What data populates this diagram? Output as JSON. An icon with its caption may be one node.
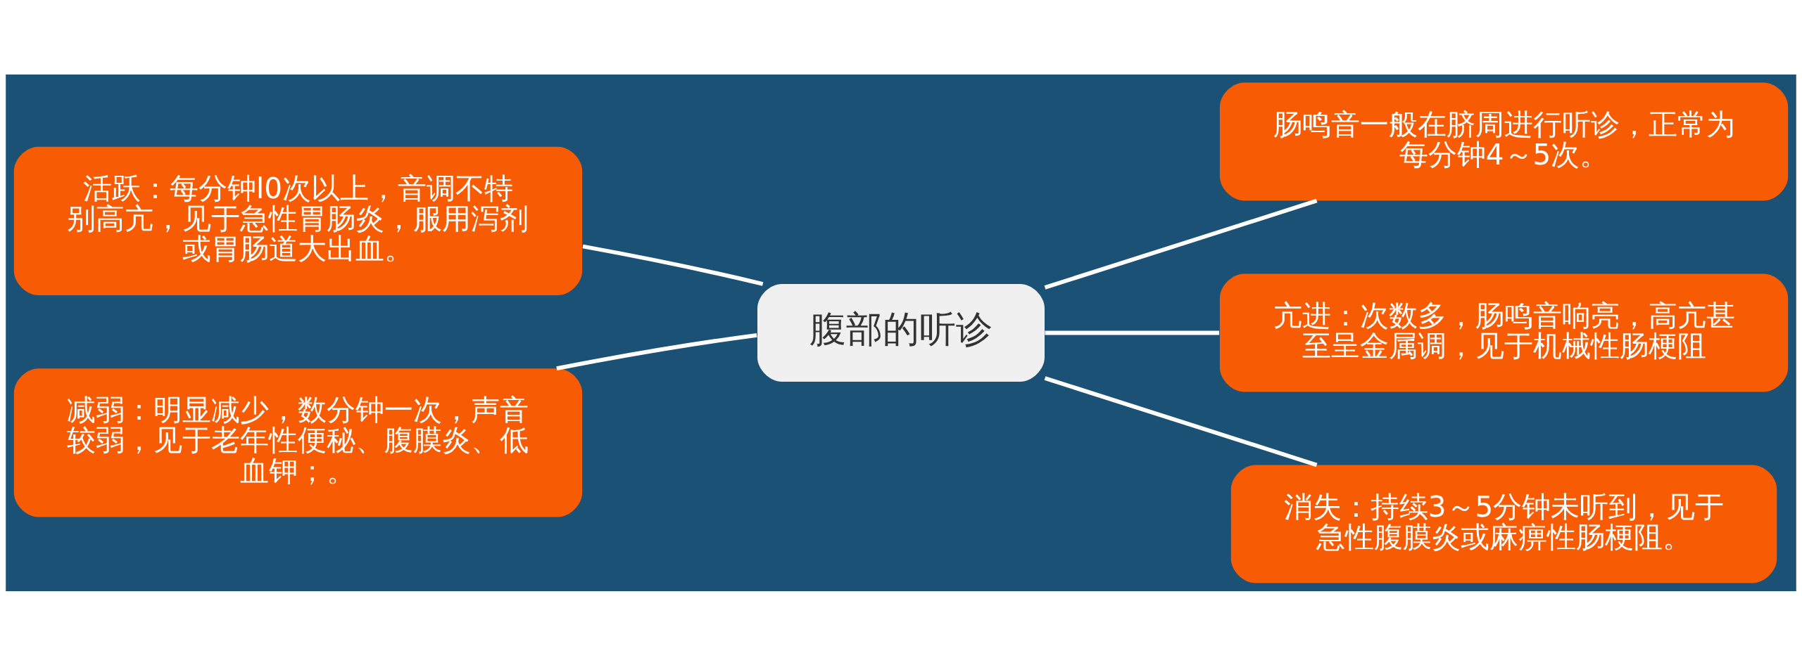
{
  "diagram": {
    "nodes": [
      {
        "text": [
          "腹部的听诊"
        ]
      },
      {
        "text": [
          "活跃：每分钟l0次以上，音调不特别高亢，见于急性胃肠炎，服用泻剂或胃肠道大出血。"
        ]
      },
      {
        "text": [
          "减弱：明显减少，数分钟一次，声音较弱，见于老年性便秘、腹膜炎、低血钾；。"
        ]
      },
      {
        "text": [
          "肠鸣音一般在脐周进行听诊，正常为每分钟4～5次。"
        ]
      },
      {
        "text": [
          "亢进：次数多，肠鸣音响亮，高亢甚至呈金属调，见于机械性肠梗阻"
        ]
      },
      {
        "text": [
          "消失：持续3～5分钟未听到，见于急性腹膜炎或麻痹性肠梗阻。"
        ]
      }
    ],
    "edges": [
      {
        "from": 0,
        "to": 1,
        "arrow": "none"
      },
      {
        "from": 0,
        "to": 2,
        "arrow": "none"
      },
      {
        "from": 0,
        "to": 3,
        "arrow": "none"
      },
      {
        "from": 0,
        "to": 4,
        "arrow": "none"
      },
      {
        "from": 0,
        "to": 5,
        "arrow": "none"
      }
    ]
  }
}
